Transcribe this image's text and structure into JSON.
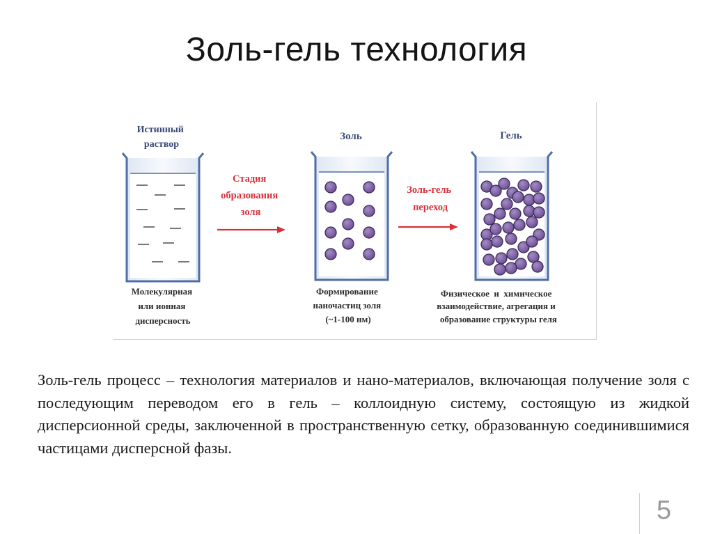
{
  "slide": {
    "title": "Золь-гель технология",
    "number": "5",
    "body": "Золь-гель процесс – технология материалов и нано-материалов, включающая получение золя с последующим переводом его в гель – коллоидную систему, состоящую из жидкой дисперсионной среды, заключенной в пространственную сетку, образованную соединившимися частицами дисперсной фазы."
  },
  "diagram": {
    "stages": [
      {
        "title": [
          "Истинный",
          "раствор"
        ],
        "caption": [
          "Молекулярная",
          "или ионная",
          "дисперсность"
        ]
      },
      {
        "title": [
          "Золь"
        ],
        "caption": [
          "Формирование",
          "наночастиц золя",
          "(~1-100 нм)"
        ]
      },
      {
        "title": [
          "Гель"
        ],
        "caption": [
          "Физическое  и  химическое",
          "взаимодействие, агрегация и",
          "образование структуры геля"
        ]
      }
    ],
    "arrows": [
      {
        "label": [
          "Стадия",
          "образования",
          "золя"
        ]
      },
      {
        "label": [
          "Золь-гель",
          "переход"
        ]
      }
    ],
    "colors": {
      "label_blue": "#3a4a78",
      "arrow_red": "#d9303a",
      "beaker_blue": "#4f6ea6",
      "particle_fill": "#7a5a9e",
      "particle_stroke": "#3b2a5c"
    }
  }
}
